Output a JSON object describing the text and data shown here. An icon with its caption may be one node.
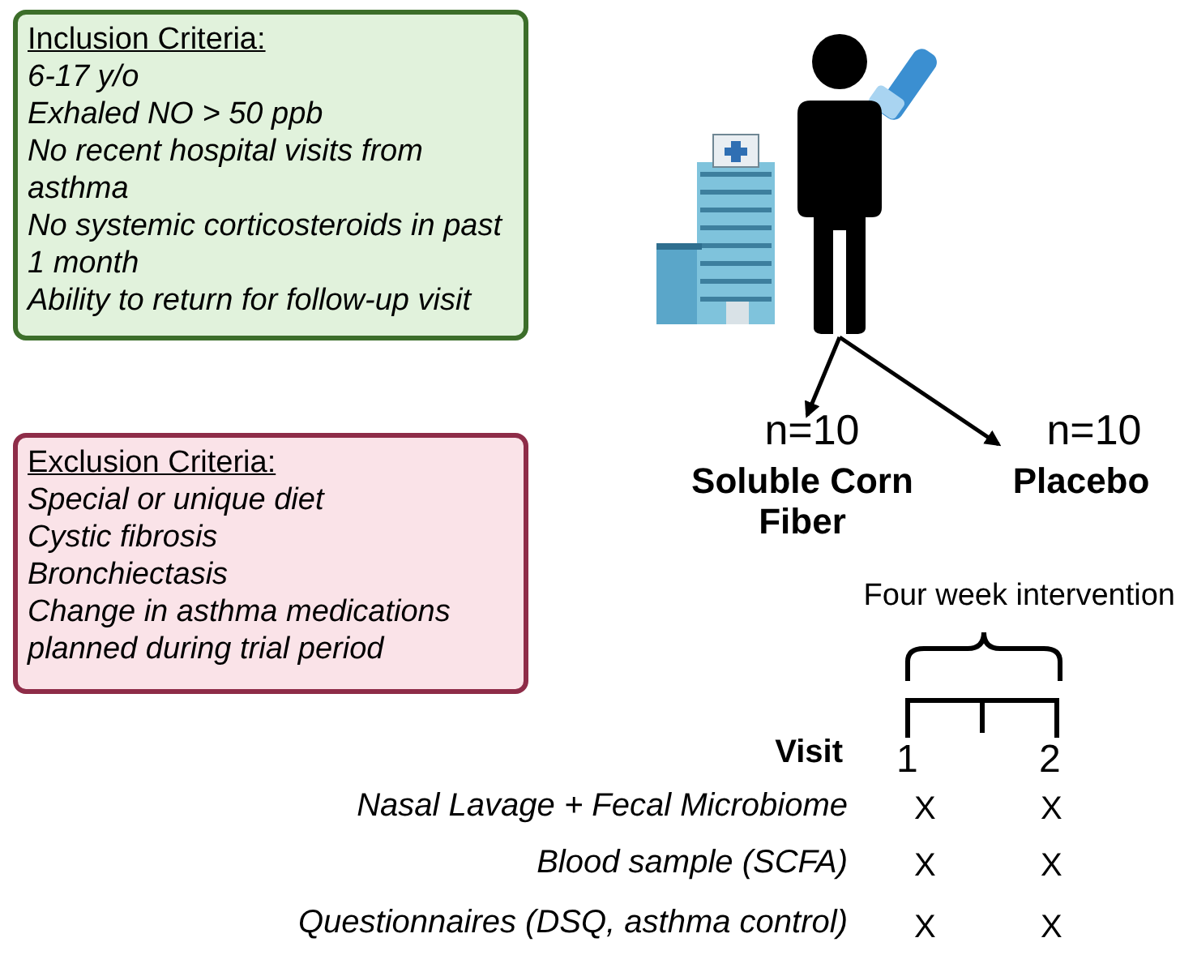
{
  "diagram": {
    "nodes": [
      {
        "text": [
          "Inclusion Criteria:",
          "6-17 y/o",
          "Exhaled NO > 50 ppb",
          "No recent hospital visits from asthma",
          "No systemic corticosteroids in past 1 month",
          "Ability to return for follow-up visit"
        ]
      },
      {
        "text": [
          "Exclusion Criteria:",
          "Special or unique diet",
          "Cystic fibrosis",
          "Bronchiectasis",
          "Change in asthma medications planned during trial period"
        ]
      },
      {
        "text": [],
        "shape": "person"
      },
      {
        "text": [
          "Soluble Corn Fiber"
        ],
        "beside": [
          "n=10"
        ]
      },
      {
        "text": [
          "Placebo"
        ],
        "beside": [
          "n=10"
        ]
      }
    ],
    "edges": [
      {
        "from": 2,
        "to": 3,
        "arrow": "to"
      },
      {
        "from": 2,
        "to": 4,
        "arrow": "to"
      }
    ],
    "labels": [
      "Four week intervention",
      "Visit",
      "1",
      "2",
      "Nasal Lavage + Fecal Microbiome",
      "X",
      "X",
      "Blood sample (SCFA)",
      "X",
      "X",
      "Questionnaires (DSQ, asthma control)",
      "X",
      "X"
    ]
  }
}
